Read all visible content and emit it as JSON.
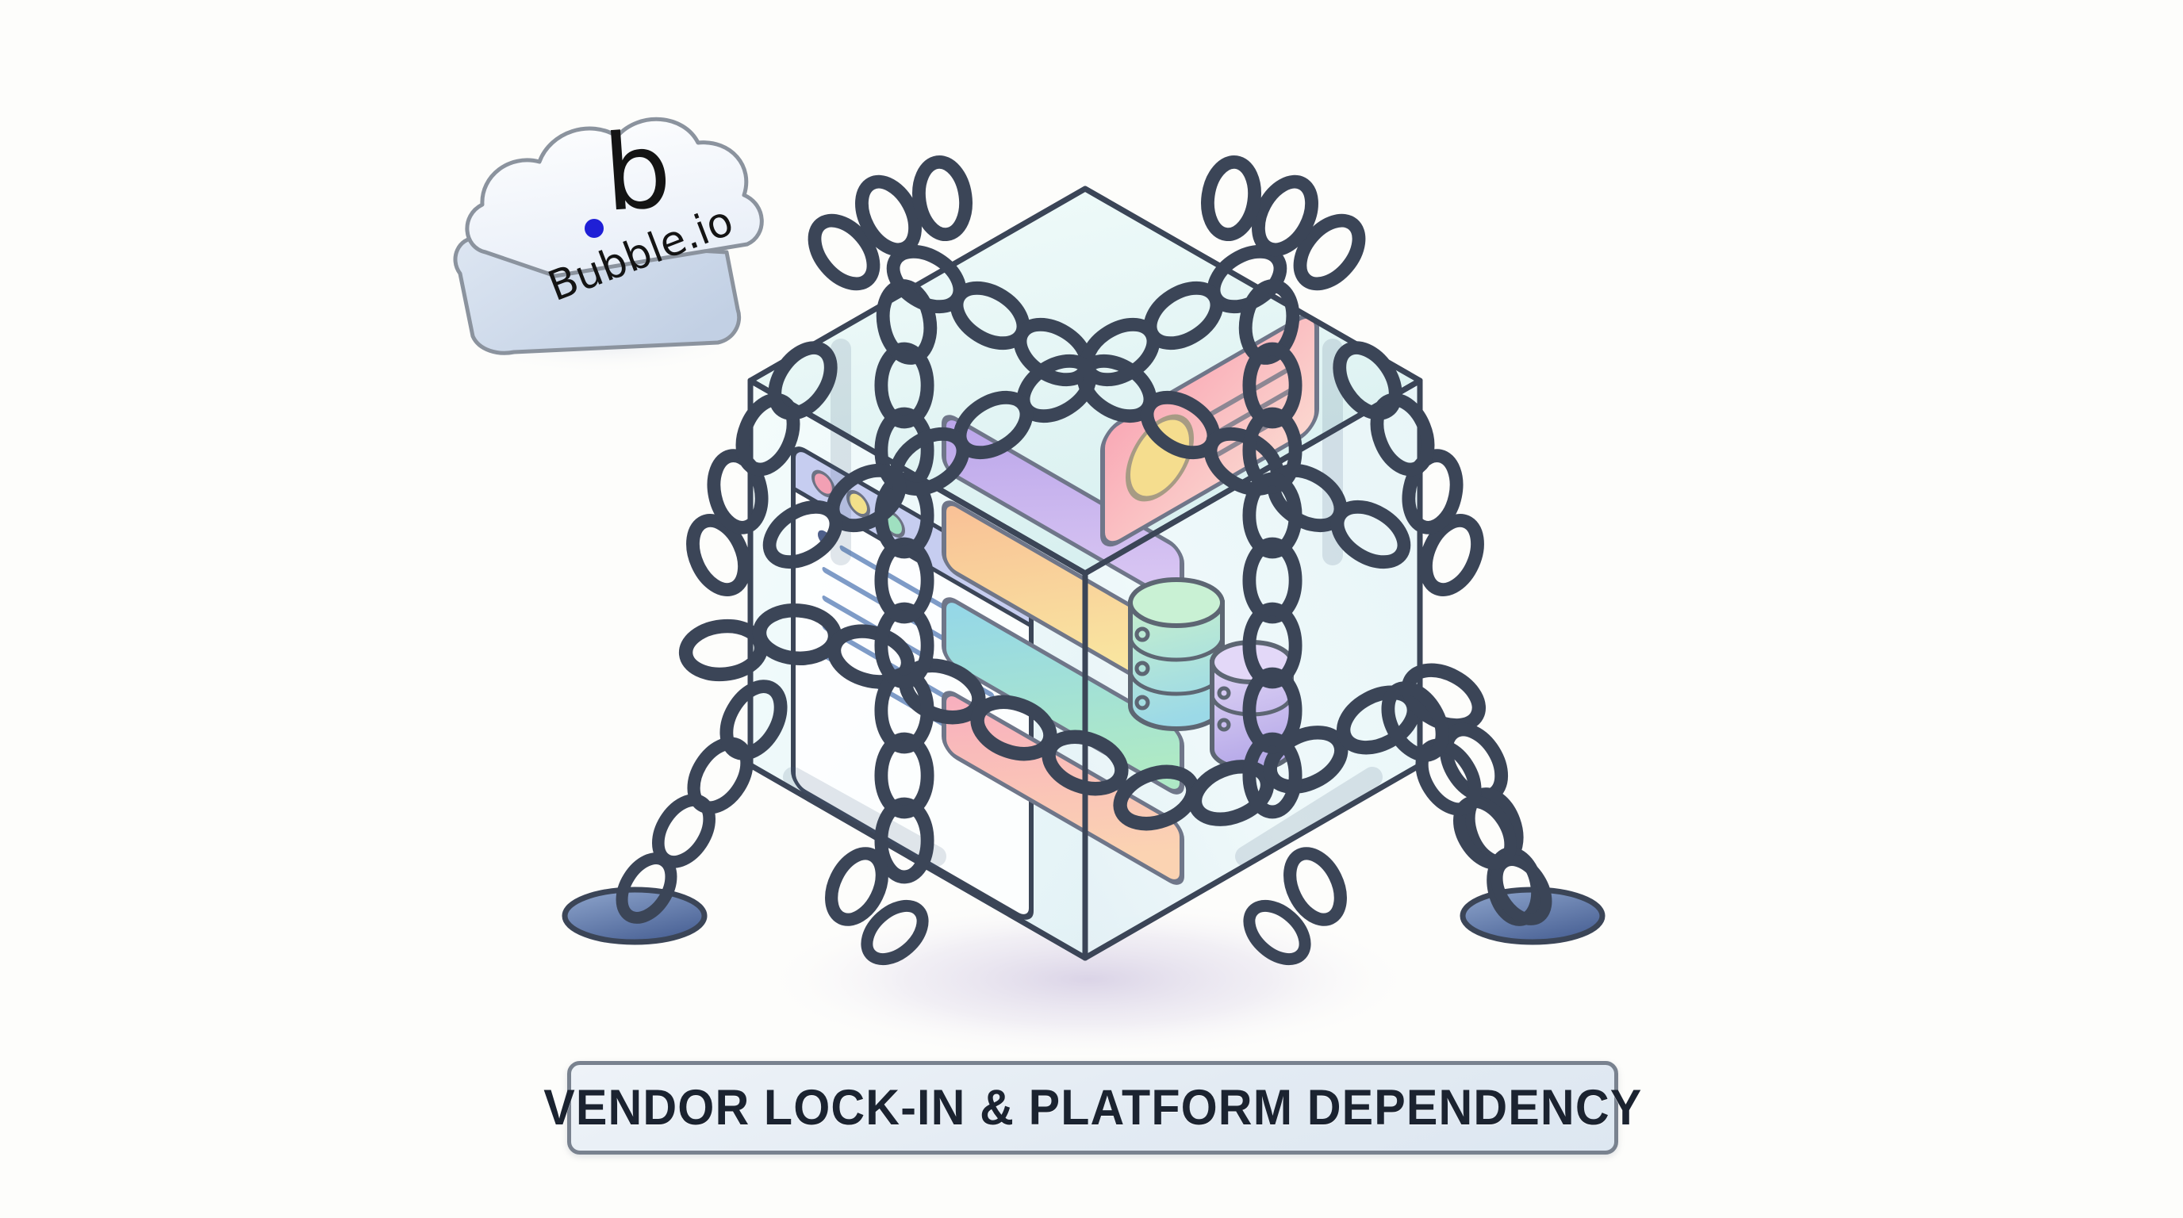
{
  "meta": {
    "kind": "isometric-illustration",
    "background_color": "#fdfdfb"
  },
  "caption": {
    "text": "VENDOR LOCK-IN & PLATFORM DEPENDENCY",
    "box_fill": "#e8eef5",
    "box_border": "#79828f",
    "text_color": "#1b2330"
  },
  "cloud_badge": {
    "brand_letter": "b",
    "brand_name": "Bubble.io",
    "dot_color": "#1f1fd6",
    "letter_color": "#141414",
    "cloud_fill_top": "#f2f6fb",
    "cloud_fill_side": "#cfdbeb",
    "cloud_stroke": "#8b939e"
  },
  "cube": {
    "label": "glass-cube",
    "face_fill_top": "#e2f5f4",
    "face_fill_left": "#eef8f9",
    "face_fill_right": "#e6f4f7",
    "stroke": "#3b4557",
    "shadow_color": "#d9d2e6"
  },
  "browser_panel": {
    "label": "browser-window-mock",
    "titlebar_fill": "#c6cdf0",
    "dots": [
      {
        "name": "dot-red",
        "color": "#f2a0b4"
      },
      {
        "name": "dot-yellow",
        "color": "#f2e08a"
      },
      {
        "name": "dot-green",
        "color": "#9fe0c0"
      }
    ],
    "text_lines": 5,
    "bars": [
      {
        "name": "bar-purple",
        "color": "#c3a6e8"
      },
      {
        "name": "bar-orange",
        "color": "#fbc79a"
      },
      {
        "name": "bar-yellow",
        "color": "#f8e39a"
      },
      {
        "name": "bar-cyan",
        "color": "#9adbe8"
      },
      {
        "name": "bar-green",
        "color": "#a9e6c2"
      },
      {
        "name": "bar-pink",
        "color": "#f7b3c4"
      }
    ]
  },
  "profile_card": {
    "label": "profile-card",
    "fill": "#f7b6bf",
    "avatar_color": "#f5dd8e",
    "line_count": 3
  },
  "databases": [
    {
      "name": "database-cylinder-green",
      "fill_top": "#bdeccd",
      "fill_body": "#9fdce6"
    },
    {
      "name": "database-cylinder-purple",
      "fill_top": "#ddd2f4",
      "fill_body": "#c2b6ec"
    }
  ],
  "chains": {
    "label": "binding-chains",
    "link_fill_light": "#e9edf2",
    "link_fill_mid": "#c5cfdb",
    "link_fill_blue": "#7fa9e0",
    "link_fill_cyan": "#8fd4e6",
    "link_stroke": "#3b4557",
    "anchor_hole_fill": "#5f79ab",
    "anchor_count": 2
  }
}
